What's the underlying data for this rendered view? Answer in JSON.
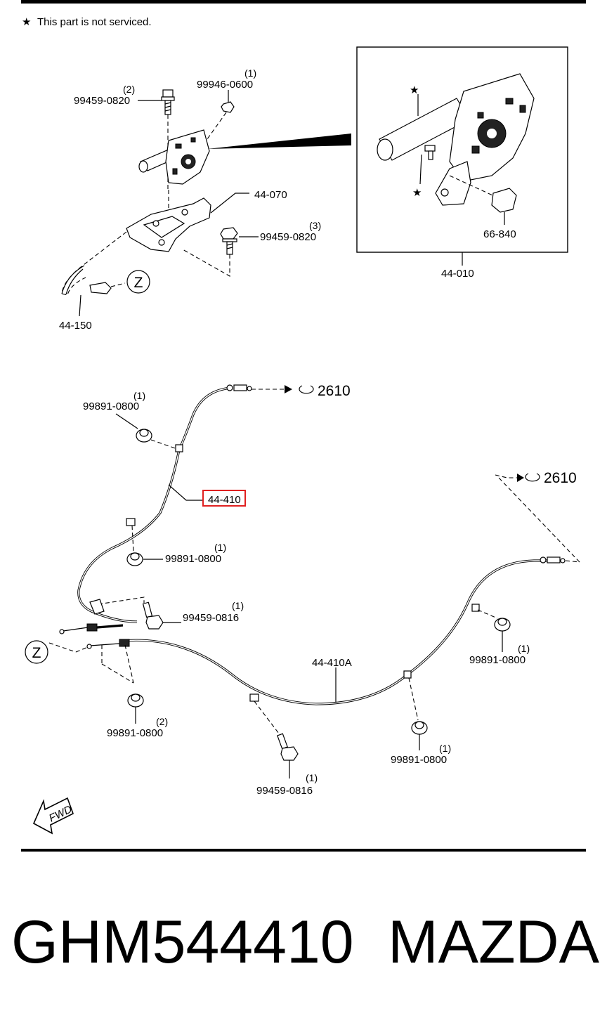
{
  "header": {
    "note": "This part is not serviced."
  },
  "upper": {
    "bolt_a": {
      "qty": "(2)",
      "code": "99459-0820"
    },
    "nut_a": {
      "qty": "(1)",
      "code": "99946-0600"
    },
    "bracket": {
      "code": "44-070"
    },
    "bolt_b": {
      "qty": "(3)",
      "code": "99459-0820"
    },
    "rear_cable": {
      "code": "44-150"
    },
    "ref_z": "Z",
    "detail_part": {
      "code": "66-840"
    },
    "assembly": {
      "code": "44-010"
    }
  },
  "lower": {
    "ref_2610_a": "2610",
    "ref_2610_b": "2610",
    "clip_1": {
      "qty": "(1)",
      "code": "99891-0800"
    },
    "highlighted_part": {
      "code": "44-410"
    },
    "clip_2": {
      "qty": "(1)",
      "code": "99891-0800"
    },
    "bolt_1": {
      "qty": "(1)",
      "code": "99459-0816"
    },
    "clip_3": {
      "qty": "(1)",
      "code": "99891-0800"
    },
    "cable_a": {
      "code": "44-410A"
    },
    "clip_4": {
      "qty": "(2)",
      "code": "99891-0800"
    },
    "clip_5": {
      "qty": "(1)",
      "code": "99891-0800"
    },
    "bolt_2": {
      "qty": "(1)",
      "code": "99459-0816"
    },
    "ref_z": "Z",
    "fwd": "FWD",
    "highlight_color": "#e02020"
  },
  "footer": {
    "part_number": "GHM544410",
    "brand": "MAZDA"
  }
}
